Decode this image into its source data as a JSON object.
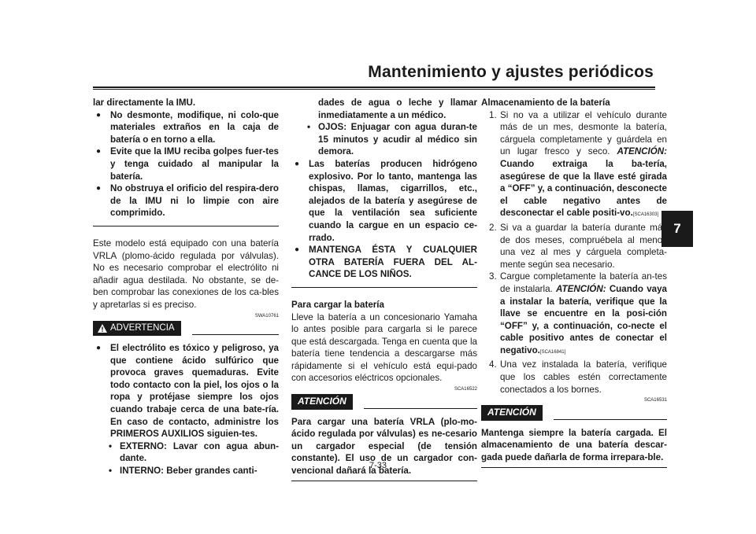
{
  "header": {
    "title": "Mantenimiento y ajustes periódicos",
    "chapter": "7"
  },
  "page_number": "7-33",
  "col1": {
    "intro": "lar directamente la IMU.",
    "bullets": [
      "No desmonte, modifique, ni colo-que materiales extraños en la caja de batería o en torno a ella.",
      "Evite que la IMU reciba golpes fuer-tes y tenga cuidado al manipular la batería.",
      "No obstruya el orificio del respira-dero de la IMU ni lo limpie con aire comprimido."
    ],
    "para": "Este modelo está equipado con una batería VRLA (plomo-ácido regulada por válvulas). No es necesario comprobar el electrólito ni añadir agua destilada. No obstante, se de-ben comprobar las conexiones de los ca-bles y apretarlas si es preciso.",
    "warn_code": "SWA10761",
    "warn_label": "ADVERTENCIA",
    "warn_bullet": "El electrólito es tóxico y peligroso, ya que contiene ácido sulfúrico que provoca graves quemaduras. Evite todo contacto con la piel, los ojos o la ropa y protéjase siempre los ojos cuando trabaje cerca de una bate-ría. En caso de contacto, administre los PRIMEROS AUXILIOS siguien-tes.",
    "sub1": "EXTERNO: Lavar con agua abun-dante.",
    "sub2": "INTERNO: Beber grandes canti-"
  },
  "col2": {
    "cont": "dades de agua o leche y llamar inmediatamente a un médico.",
    "sub3": "OJOS: Enjuagar con agua duran-te 15 minutos y acudir al médico sin demora.",
    "bullet2": "Las baterías producen hidrógeno explosivo. Por lo tanto, mantenga las chispas, llamas, cigarrillos, etc., alejados de la batería y asegúrese de que la ventilación sea suficiente cuando la cargue en un espacio ce-rrado.",
    "bullet3": "MANTENGA ÉSTA Y CUALQUIER OTRA BATERÍA FUERA DEL AL-CANCE DE LOS NIÑOS.",
    "charge_title": "Para cargar la batería",
    "charge_text": "Lleve la batería a un concesionario Yamaha lo antes posible para cargarla si le parece que está descargada. Tenga en cuenta que la batería tiene tendencia a descargarse más rápidamente si el vehículo está equi-pado con accesorios eléctricos opcionales.",
    "notice_code": "SCA16522",
    "notice_label": "ATENCIÓN",
    "notice_text": "Para cargar una batería VRLA (plo-mo-ácido regulada por válvulas) es ne-cesario un cargador especial (de tensión constante). El uso de un cargador con-vencional dañará la batería."
  },
  "col3": {
    "storage_title": "Almacenamiento de la batería",
    "item1_num": "1.",
    "item1_text": "Si no va a utilizar el vehículo durante más de un mes, desmonte la batería, cárguela completamente y guárdela en un lugar fresco y seco.",
    "item1_atencion": "ATENCIÓN:",
    "item1_bold": "Cuando extraiga la ba-tería, asegúrese de que la llave esté girada a “OFF” y, a continuación, desconecte el cable negativo antes de desconectar el cable positi-vo.",
    "item1_code": "[SCA16303]",
    "item2_num": "2.",
    "item2_text": "Si va a guardar la batería durante más de dos meses, compruébela al menos una vez al mes y cárguela completa-mente según sea necesario.",
    "item3_num": "3.",
    "item3_text": "Cargue completamente la batería an-tes de instalarla.",
    "item3_atencion": "ATENCIÓN:",
    "item3_bold": "Cuando vaya a instalar la batería, verifique que la llave se encuentre en la posi-ción “OFF” y, a continuación, co-necte el cable positivo antes de conectar el negativo.",
    "item3_code": "[SCA16841]",
    "item4_num": "4.",
    "item4_text": "Una vez instalada la batería, verifique que los cables estén correctamente conectados a los bornes.",
    "notice_code": "SCA16531",
    "notice_label": "ATENCIÓN",
    "notice_text": "Mantenga siempre la batería cargada. El almacenamiento de una batería descar-gada puede dañarla de forma irrepara-ble."
  }
}
